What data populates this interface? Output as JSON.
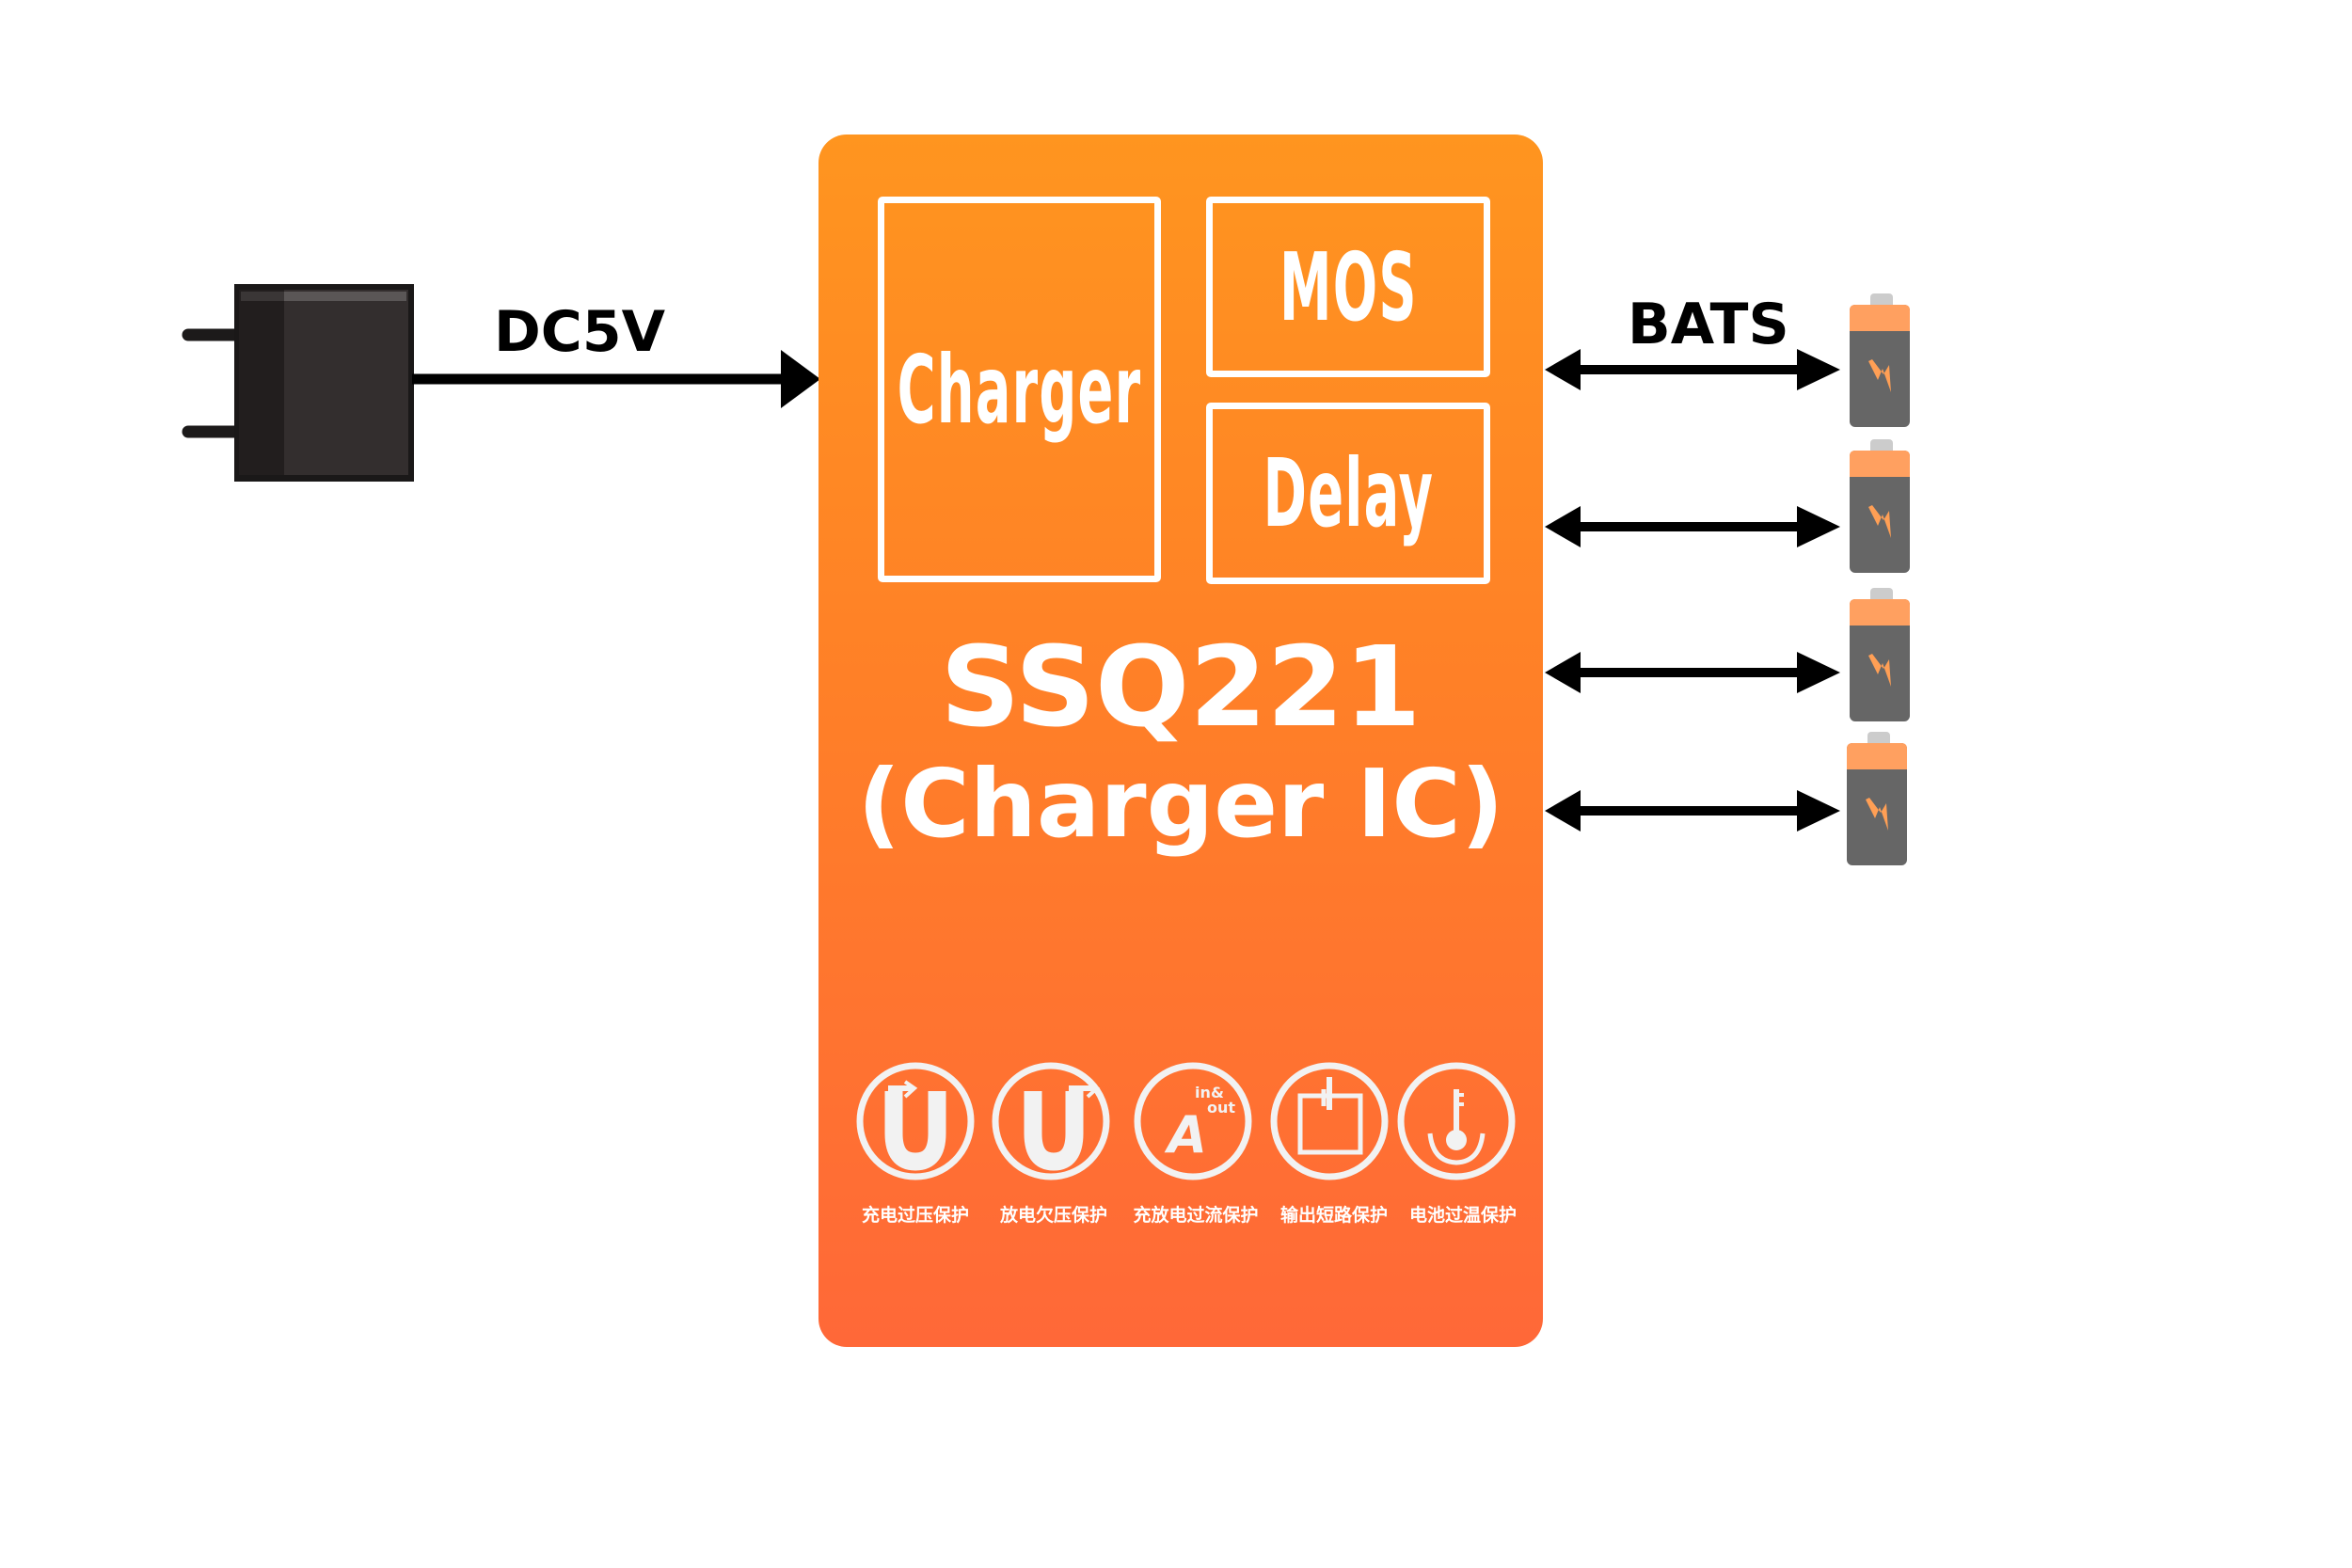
{
  "input": {
    "label": "DC5V",
    "source_icon": "power-adapter-plug-icon"
  },
  "chip": {
    "part_number": "SSQ221",
    "subtitle": "(Charger IC)",
    "blocks": {
      "charger": "Charger",
      "mos": "MOS",
      "delay": "Delay"
    },
    "colors": {
      "top": "#ff951f",
      "bottom": "#ff6838"
    },
    "features": [
      {
        "icon": "overvoltage-u-arrow-icon",
        "label": "充电过压保护"
      },
      {
        "icon": "undervoltage-u-arrow-icon",
        "label": "放电欠压保护"
      },
      {
        "icon": "overcurrent-a-in-out-icon",
        "label": "充放电过流保护",
        "icon_text_in": "in",
        "icon_text_amp": "&",
        "icon_text_out": "out",
        "icon_text_letter": "A"
      },
      {
        "icon": "short-circuit-icon",
        "label": "输出短路保护"
      },
      {
        "icon": "thermometer-icon",
        "label": "电池过温保护"
      }
    ]
  },
  "output": {
    "label": "BATS",
    "battery_count": 4,
    "battery_colors": {
      "cap": "#ffa060",
      "body": "#666666",
      "terminal": "#cccccc",
      "bolt": "#ff9f55"
    }
  }
}
